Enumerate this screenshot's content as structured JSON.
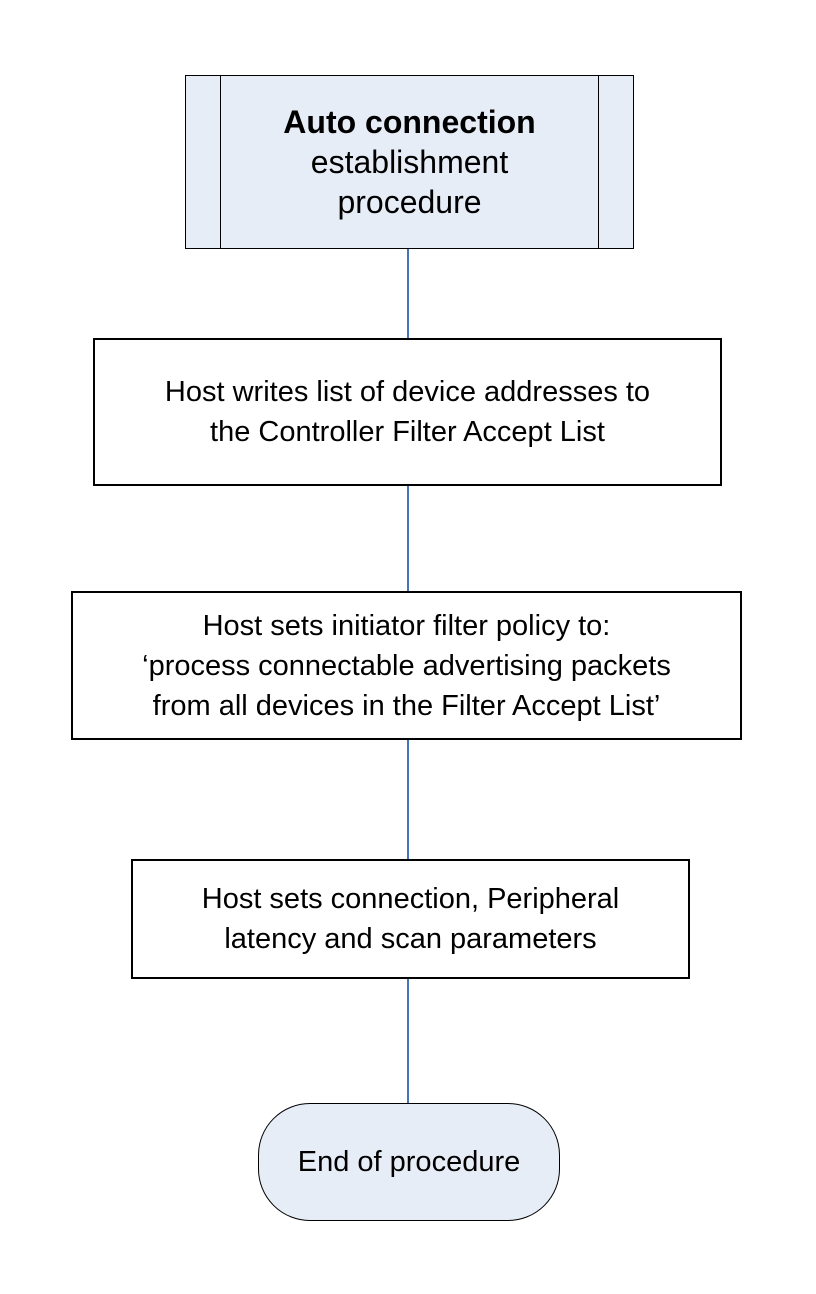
{
  "colors": {
    "node_fill": "#E7EDF7",
    "node_border": "#000000",
    "connector": "#4276B9",
    "text": "#000000",
    "background": "#FFFFFF"
  },
  "flowchart": {
    "start": {
      "type": "predefined-process",
      "line1": "Auto connection",
      "line2": "establishment",
      "line3": "procedure"
    },
    "steps": [
      {
        "lines": [
          "Host writes list of device addresses to",
          "the Controller Filter Accept List"
        ]
      },
      {
        "lines": [
          "Host sets initiator filter policy to:",
          "‘process connectable advertising packets",
          "from all devices in the Filter Accept List’"
        ]
      },
      {
        "lines": [
          "Host sets connection, Peripheral",
          "latency and scan parameters"
        ]
      }
    ],
    "end": {
      "type": "terminator",
      "label": "End of procedure"
    }
  }
}
